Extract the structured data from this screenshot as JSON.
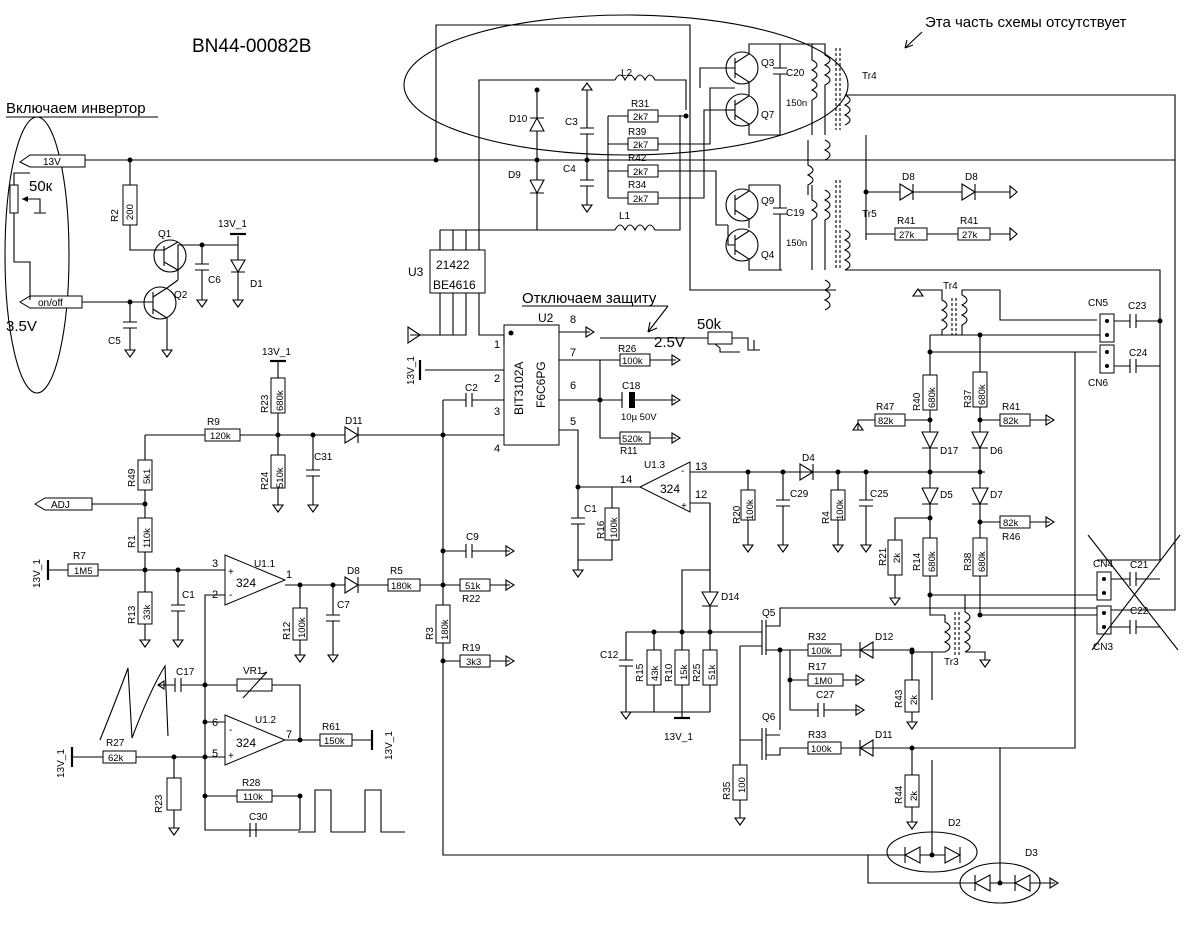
{
  "title": "BN44-00082B",
  "annotations": {
    "inverter_on": "Включаем инвертор",
    "missing_part": "Эта часть схемы отсутствует",
    "disable_protection": "Отключаем защиту",
    "volt_2v5": "2.5V",
    "volt_3v5": "3.5V",
    "pot_50k_a": "50к",
    "pot_50k_b": "50k"
  },
  "connectors": {
    "p13v": "13V",
    "onoff": "on/off",
    "adj": "ADJ"
  },
  "supplies": {
    "v13_1": "13V_1"
  },
  "ics": {
    "u3": {
      "ref": "U3",
      "line1": "21422",
      "line2": "BE4616"
    },
    "u2": {
      "ref": "U2",
      "line1": "BIT3102A",
      "line2": "F6C6PG",
      "pins": [
        "1",
        "2",
        "3",
        "4",
        "5",
        "6",
        "7",
        "8"
      ]
    },
    "u1_1": {
      "ref": "U1.1",
      "part": "324",
      "pins": [
        "3",
        "2",
        "1"
      ]
    },
    "u1_2": {
      "ref": "U1.2",
      "part": "324",
      "pins": [
        "6",
        "5",
        "7"
      ]
    },
    "u1_3": {
      "ref": "U1.3",
      "part": "324",
      "pins": [
        "14",
        "13",
        "12"
      ]
    }
  },
  "transistors": [
    "Q1",
    "Q2",
    "Q3",
    "Q4",
    "Q5",
    "Q6",
    "Q7",
    "Q9"
  ],
  "transformers": [
    "Tr4",
    "Tr5",
    "Tr4",
    "Tr3"
  ],
  "connectors_cn": [
    "CN5",
    "CN6",
    "CN4",
    "CN3"
  ],
  "resistors": {
    "r2": {
      "ref": "R2",
      "val": "200"
    },
    "r31": {
      "ref": "R31",
      "val": "2k7"
    },
    "r39": {
      "ref": "R39",
      "val": "2k7"
    },
    "r42": {
      "ref": "R42",
      "val": "2k7"
    },
    "r34": {
      "ref": "R34",
      "val": "2k7"
    },
    "r41a": {
      "ref": "R41",
      "val": "27k"
    },
    "r41b": {
      "ref": "R41",
      "val": "27k"
    },
    "r26": {
      "ref": "R26",
      "val": "100k"
    },
    "r11": {
      "ref": "R11",
      "val": "520k"
    },
    "r23": {
      "ref": "R23",
      "val": "680k"
    },
    "r24": {
      "ref": "R24",
      "val": "510k"
    },
    "r9": {
      "ref": "R9",
      "val": "120k"
    },
    "r49": {
      "ref": "R49",
      "val": "5k1"
    },
    "r1": {
      "ref": "R1",
      "val": "110k"
    },
    "r7": {
      "ref": "R7",
      "val": "1M5"
    },
    "r13": {
      "ref": "R13",
      "val": "33k"
    },
    "r12": {
      "ref": "R12",
      "val": "100k"
    },
    "r5": {
      "ref": "R5",
      "val": "180k"
    },
    "r22": {
      "ref": "R22",
      "val": "51k"
    },
    "r3": {
      "ref": "R3",
      "val": "180k"
    },
    "r19": {
      "ref": "R19",
      "val": "3k3"
    },
    "r16": {
      "ref": "R16",
      "val": "100k"
    },
    "r20": {
      "ref": "R20",
      "val": "100k"
    },
    "r4": {
      "ref": "R4",
      "val": "100k"
    },
    "r40": {
      "ref": "R40",
      "val": "680k"
    },
    "r37": {
      "ref": "R37",
      "val": "680k"
    },
    "r47": {
      "ref": "R47",
      "val": "82k"
    },
    "r41c": {
      "ref": "R41",
      "val": "82k"
    },
    "r46": {
      "ref": "R46",
      "val": "82k"
    },
    "r21": {
      "ref": "R21",
      "val": "2k"
    },
    "r14": {
      "ref": "R14",
      "val": "680k"
    },
    "r38": {
      "ref": "R38",
      "val": "680k"
    },
    "r15": {
      "ref": "R15",
      "val": "43k"
    },
    "r10": {
      "ref": "R10",
      "val": "15k"
    },
    "r25": {
      "ref": "R25",
      "val": "51k"
    },
    "r32": {
      "ref": "R32",
      "val": "100k"
    },
    "r17": {
      "ref": "R17",
      "val": "1M0"
    },
    "r33": {
      "ref": "R33",
      "val": "100k"
    },
    "r43": {
      "ref": "R43",
      "val": "2k"
    },
    "r44": {
      "ref": "R44",
      "val": "2k"
    },
    "r35": {
      "ref": "R35",
      "val": "100"
    },
    "r27": {
      "ref": "R27",
      "val": "62k"
    },
    "r23b": {
      "ref": "R23",
      "val": ""
    },
    "r28": {
      "ref": "R28",
      "val": "110k"
    },
    "r61": {
      "ref": "R61",
      "val": "150k"
    },
    "vr1": {
      "ref": "VR1",
      "val": ""
    }
  },
  "capacitors": {
    "c20": {
      "ref": "C20",
      "val": "150n"
    },
    "c19": {
      "ref": "C19",
      "val": "150n"
    },
    "c18": {
      "ref": "C18",
      "val": "10µ 50V"
    },
    "c3": "C3",
    "c4": "C4",
    "c6": "C6",
    "c5": "C5",
    "c2": "C2",
    "c31": "C31",
    "c1a": "C1",
    "c7": "C7",
    "c9": "C9",
    "c1b": "C1",
    "c29": "C29",
    "c25": "C25",
    "c23": "C23",
    "c24": "C24",
    "c21": "C21",
    "c22": "C22",
    "c12": "C12",
    "c27": "C27",
    "c17": "C17",
    "c30": "C30"
  },
  "diodes": [
    "D10",
    "D9",
    "D1",
    "D8",
    "D8",
    "D11",
    "D8",
    "D4",
    "D17",
    "D6",
    "D5",
    "D7",
    "D14",
    "D12",
    "D11",
    "D2",
    "D3"
  ],
  "inductors": [
    "L2",
    "L1"
  ]
}
